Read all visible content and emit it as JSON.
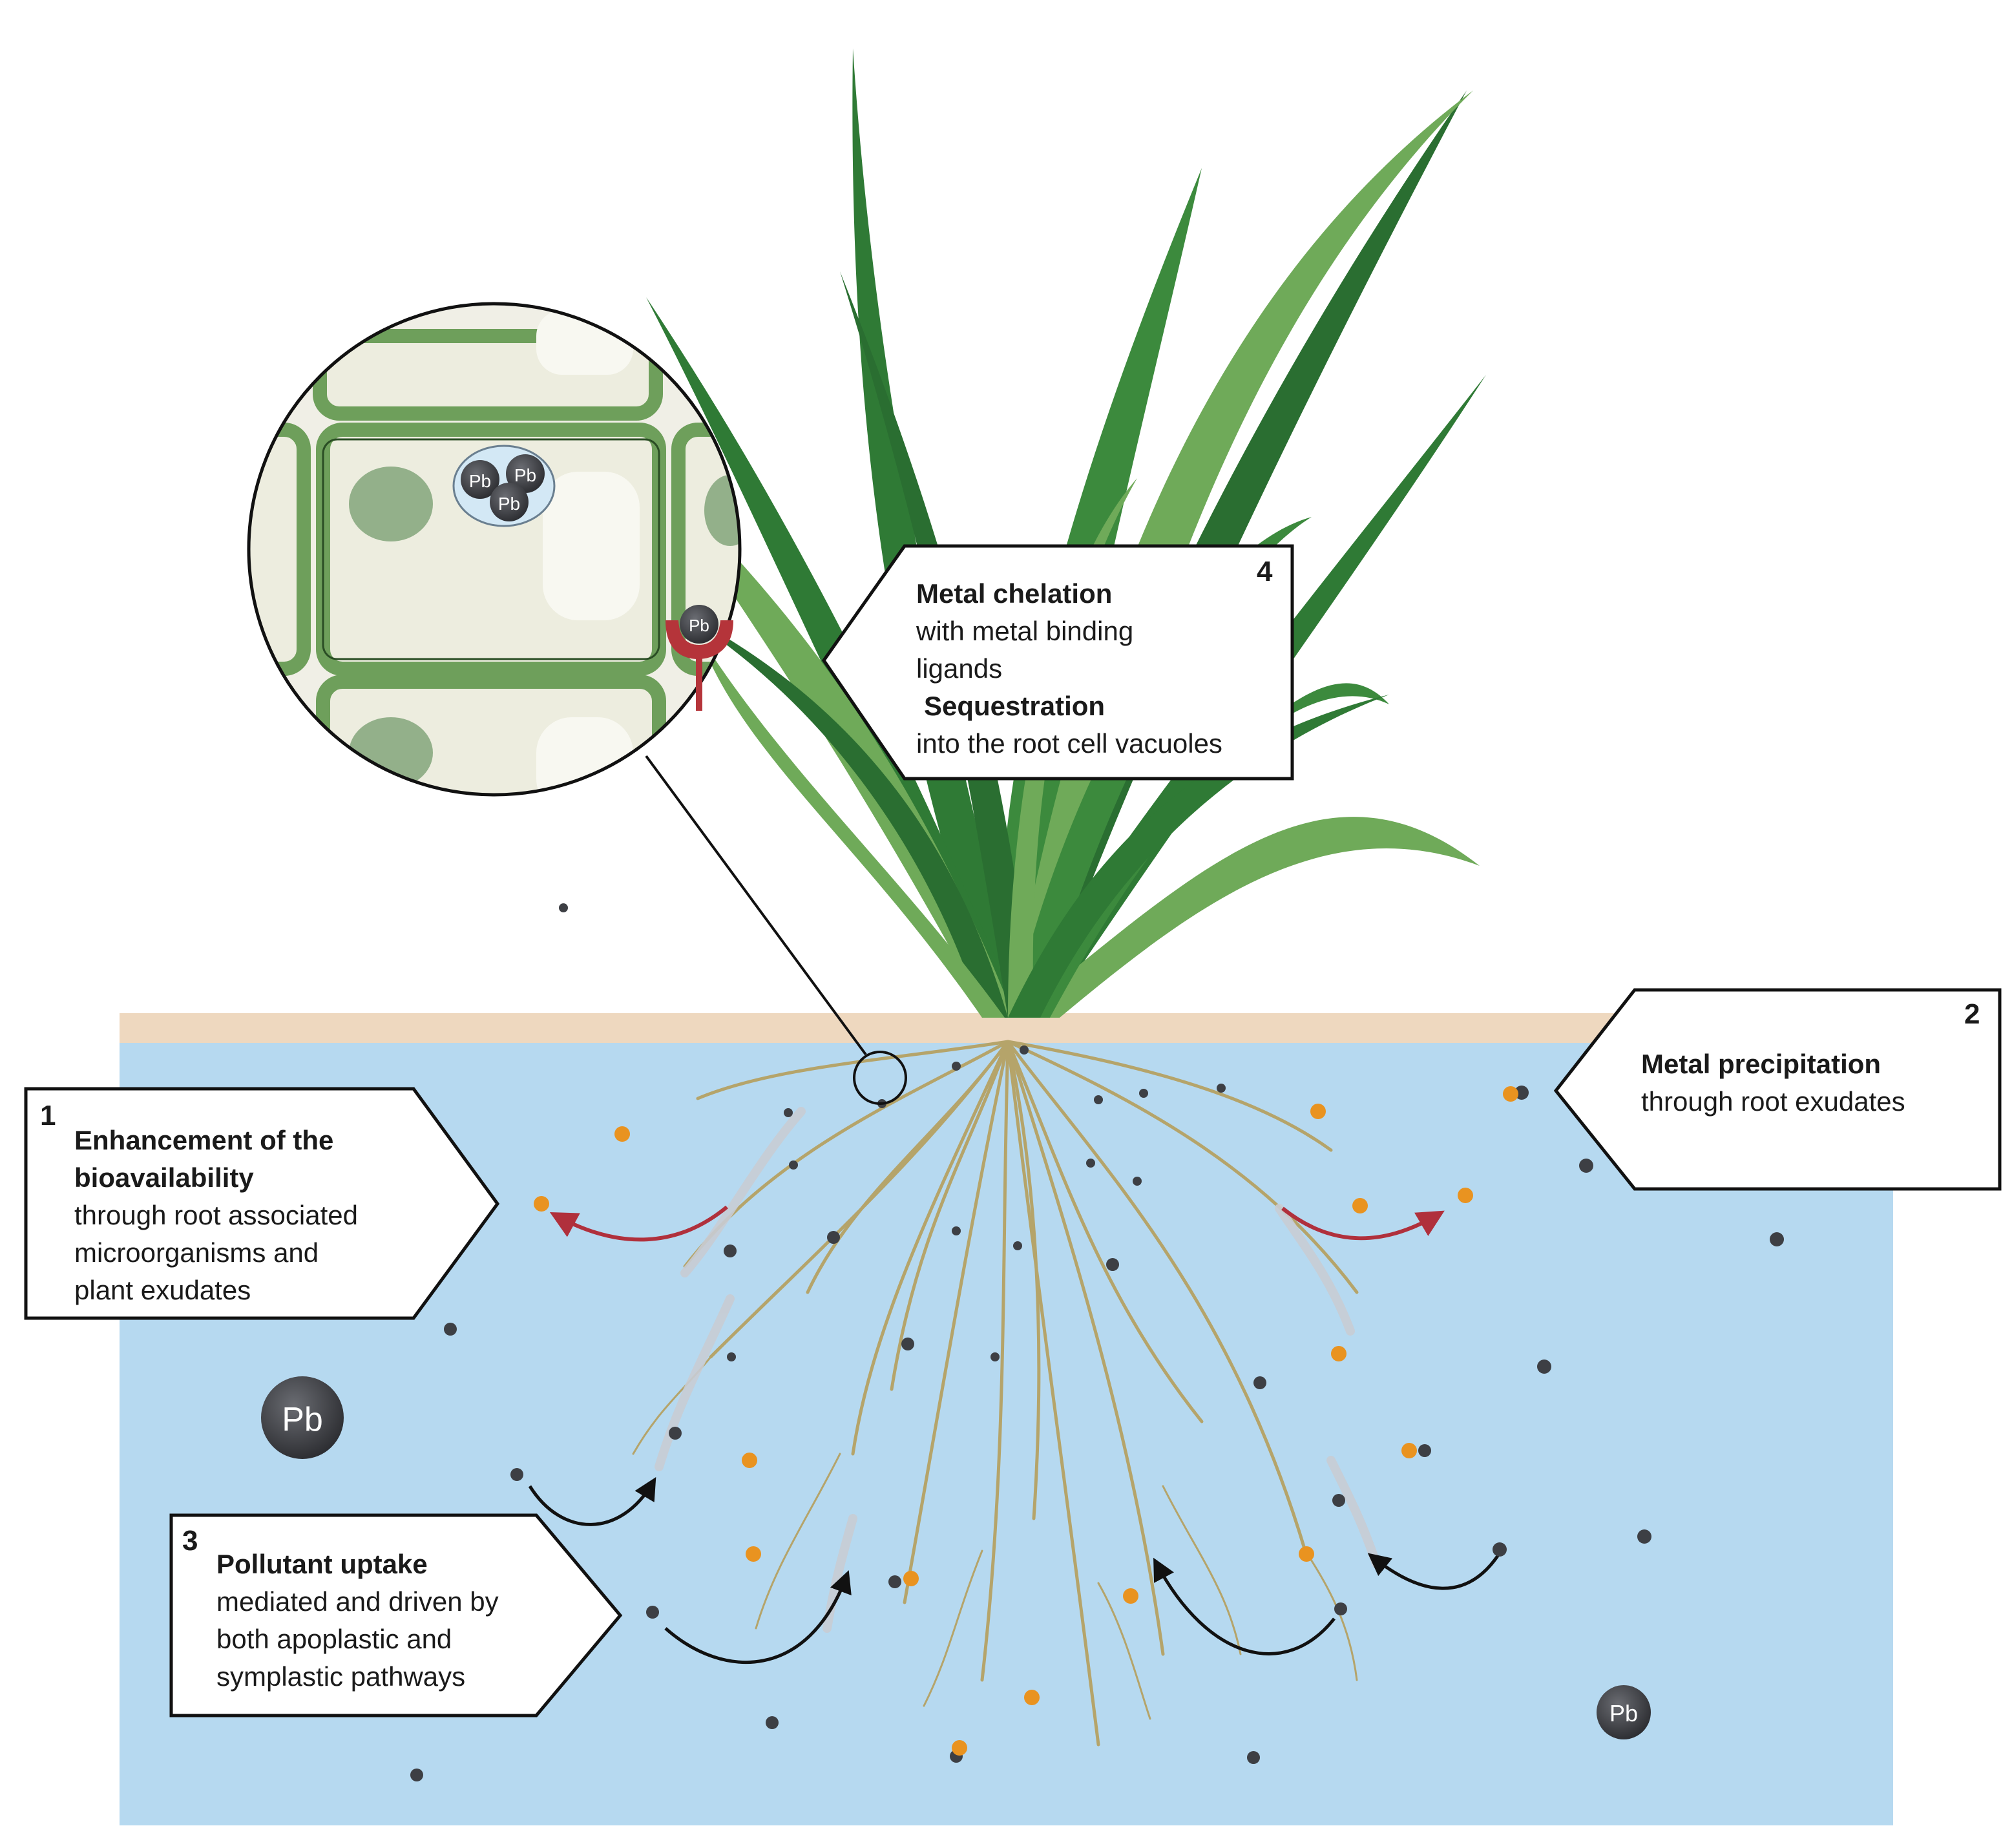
{
  "lead_symbol": "Pb",
  "callout_1": {
    "number": "1",
    "title_line1": "Enhancement of the",
    "title_line2": "bioavailability",
    "body_line1": "through root associated",
    "body_line2": "microorganisms and",
    "body_line3": "plant exudates"
  },
  "callout_2": {
    "number": "2",
    "title": "Metal precipitation",
    "body": "through root exudates"
  },
  "callout_3": {
    "number": "3",
    "title": "Pollutant uptake",
    "body_line1": "mediated and driven by",
    "body_line2": "both apoplastic and",
    "body_line3": "symplastic pathways"
  },
  "callout_4": {
    "number": "4",
    "title1": "Metal chelation",
    "body1_line1": "with metal binding",
    "body1_line2": "ligands",
    "title2": "Sequestration",
    "body2": "into the root cell vacuoles"
  },
  "colors": {
    "water": "#b6d9f0",
    "soil_surface": "#eed8bf",
    "root": "#b5a46a",
    "leaf_dark": "#2f7a35",
    "leaf_light": "#6faa59",
    "cell_wall": "#6e9f5b",
    "lead_particle": "#3d3f44",
    "exudate_particle": "#e99320",
    "red_arrow": "#b0303c",
    "transporter": "#b5343a"
  }
}
